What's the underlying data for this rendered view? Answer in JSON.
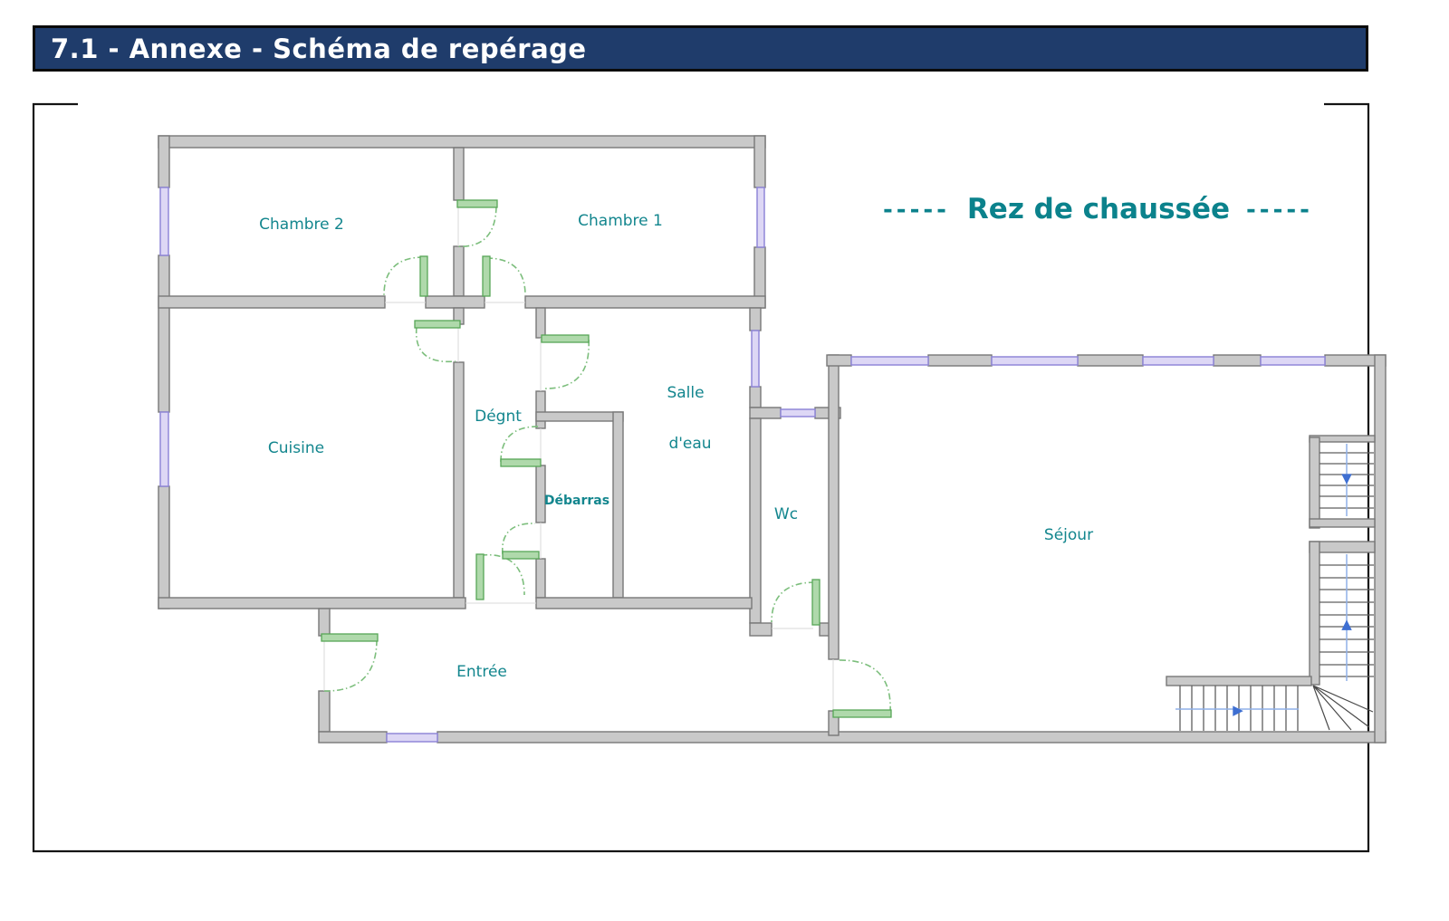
{
  "header": {
    "title": "7.1 - Annexe - Schéma de repérage"
  },
  "floor_label": {
    "dashes": "-----",
    "text": "Rez de chaussée"
  },
  "rooms": {
    "chambre2": "Chambre 2",
    "chambre1": "Chambre 1",
    "cuisine": "Cuisine",
    "degagement": "Dégnt",
    "salle_eau_line1": "Salle",
    "salle_eau_line2": "d'eau",
    "debarras": "Débarras",
    "wc": "Wc",
    "entree": "Entrée",
    "sejour": "Séjour"
  },
  "stairs": {
    "down_arrow": "▼",
    "up_arrow": "▲",
    "right_arrow": "▶"
  },
  "colors": {
    "header_bg": "#1F3C6B",
    "header_text": "#FFFFFF",
    "label_teal": "#13868E",
    "floor_title_teal": "#0B828C",
    "wall_fill": "#C9C9C9",
    "wall_stroke": "#787878",
    "window_fill": "#DDD7F5",
    "window_stroke": "#9087D8",
    "door_green": "#57A657",
    "door_leaf_fill": "#AFD9AB",
    "door_arc_green": "#7CBE7C",
    "stair_line_blue": "#8FB0E8",
    "stair_arrow_blue": "#3E6FD2",
    "frame_black": "#141414"
  }
}
